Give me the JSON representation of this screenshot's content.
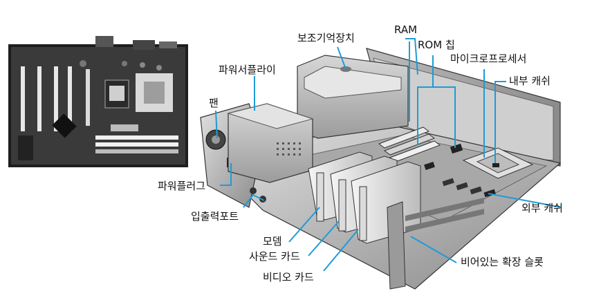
{
  "labels": {
    "secondary_storage": "보조기억장치",
    "ram": "RAM",
    "rom_chip": "ROM 칩",
    "microprocessor": "마이크로프로세서",
    "power_supply": "파워서플라이",
    "internal_cache": "내부 캐쉬",
    "fan": "팬",
    "power_plug": "파워플러그",
    "io_ports": "입출력포트",
    "external_cache": "외부 캐쉬",
    "modem": "모뎀",
    "sound_card": "사운드 카드",
    "empty_slots": "비어있는 확장 슬롯",
    "video_card": "비디오 카드"
  },
  "colors": {
    "callout": "#1e9bd7",
    "metal_dark": "#5a5a5a",
    "metal_mid": "#8d8d8d",
    "metal_light": "#c9c9c9",
    "board": "#2b2b2b"
  }
}
